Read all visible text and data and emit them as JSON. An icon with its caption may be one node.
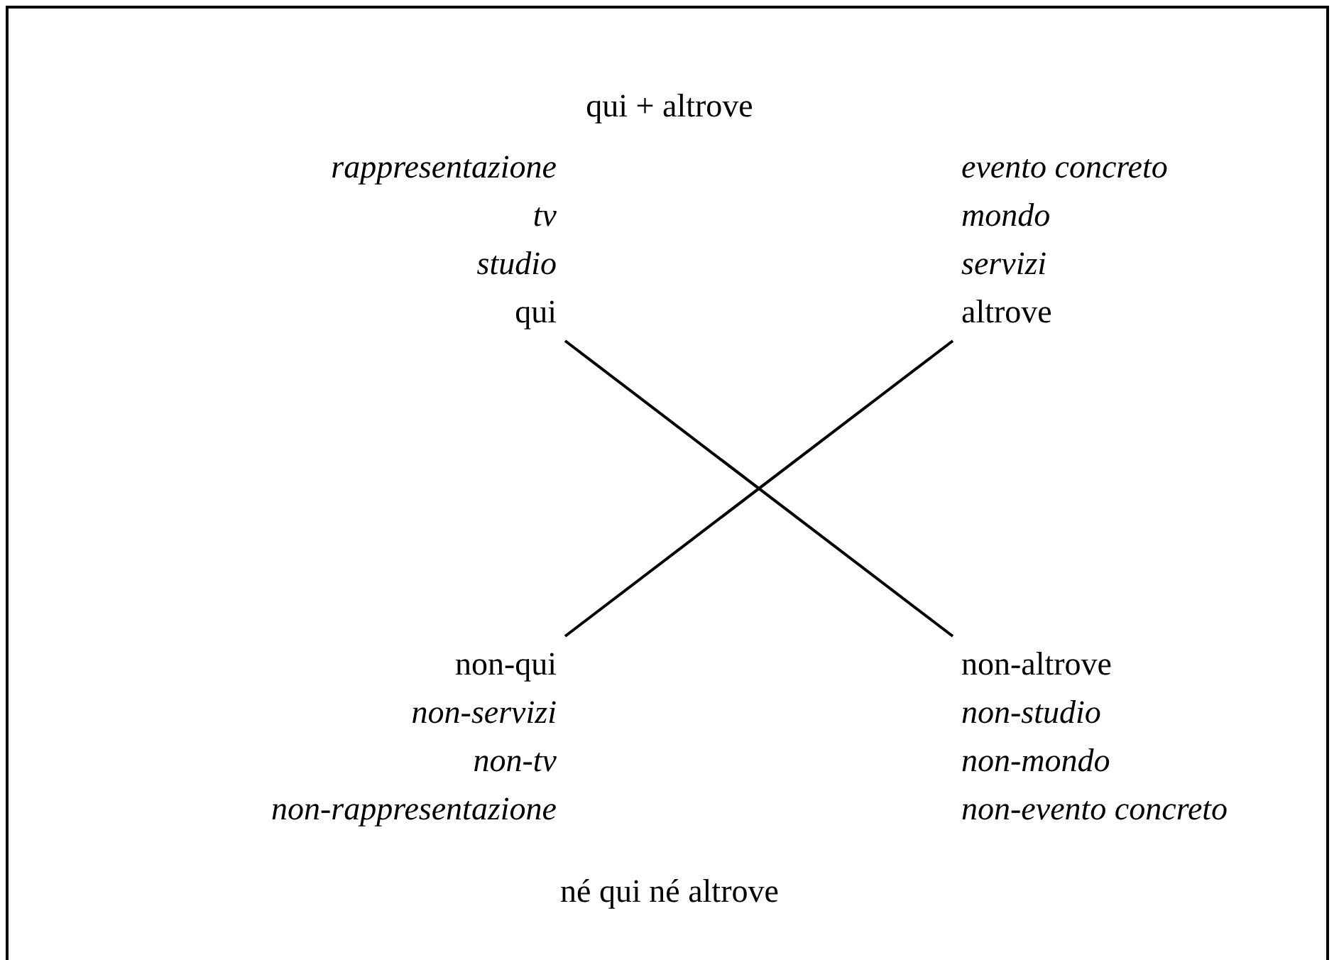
{
  "diagram": {
    "nodes": [
      {
        "text": [
          "qui"
        ],
        "beside": [
          "rappresentazione",
          "tv",
          "studio"
        ]
      },
      {
        "text": [
          "altrove"
        ],
        "beside": [
          "evento concreto",
          "mondo",
          "servizi"
        ]
      },
      {
        "text": [
          "non-qui"
        ],
        "beside": [
          "non-servizi",
          "non-tv",
          "non-rappresentazione"
        ]
      },
      {
        "text": [
          "non-altrove"
        ],
        "beside": [
          "non-studio",
          "non-mondo",
          "non-evento concreto"
        ]
      }
    ],
    "edges": [
      {
        "from": 0,
        "to": 3,
        "arrow": "none"
      },
      {
        "from": 1,
        "to": 2,
        "arrow": "none"
      }
    ],
    "labels": [
      "qui + altrove",
      "né qui né altrove"
    ]
  }
}
